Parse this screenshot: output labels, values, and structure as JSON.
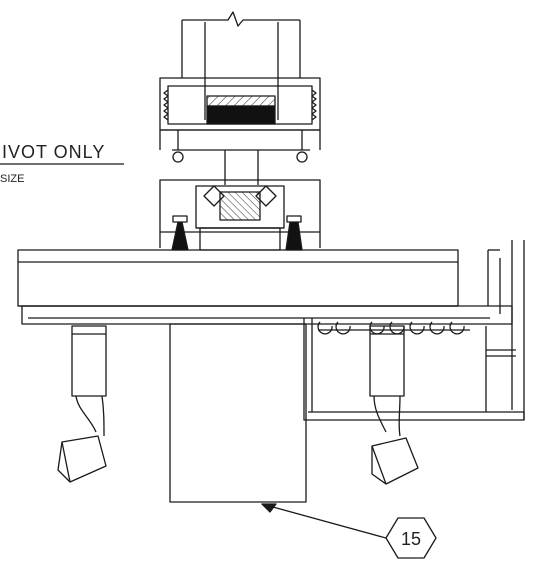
{
  "annotation": {
    "pivot_text": "IVOT  ONLY",
    "size_text": "SIZE"
  },
  "callout": {
    "number": "15"
  },
  "colors": {
    "line": "#1a1a1a",
    "fill_dark": "#111111",
    "fill_light": "#ffffff",
    "hatch": "#333333"
  }
}
